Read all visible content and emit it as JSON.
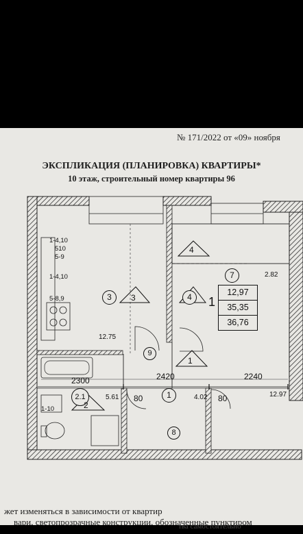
{
  "document": {
    "ref_line": "№ 171/2022 от «09» ноября",
    "title": "ЭКСПЛИКАЦИЯ (ПЛАНИРОВКА) КВАРТИРЫ*",
    "subtitle": "10 этаж, строительный номер квартиры 96"
  },
  "plan": {
    "apartment_number": "1",
    "areas": [
      "12,97",
      "35,35",
      "36,76"
    ],
    "rooms": [
      {
        "marker": "3",
        "triangle": "3",
        "area": "12.75"
      },
      {
        "marker": "4",
        "triangle": "4",
        "area": ""
      },
      {
        "marker": "7",
        "triangle": "4",
        "area": "2.82"
      },
      {
        "marker": "9",
        "area": ""
      },
      {
        "marker": "1",
        "triangle": "1",
        "area": "4.02"
      },
      {
        "marker": "2.1",
        "triangle": "2",
        "area": "5.61"
      },
      {
        "marker": "8",
        "area": ""
      }
    ],
    "dimensions": [
      "2300",
      "2420",
      "2240"
    ],
    "door_widths": [
      "80",
      "80"
    ],
    "right_area": "12.97",
    "window_marks": [
      "1-4,10",
      "510",
      "5-9",
      "1-4,10",
      "5-8,9",
      "1-10"
    ]
  },
  "footer": {
    "line1": "жет изменяться в зависимости от квартир",
    "line2": "вари, светопрозрачные конструкции, обозначенные пунктиром",
    "line3": "тва самостоятельно"
  }
}
